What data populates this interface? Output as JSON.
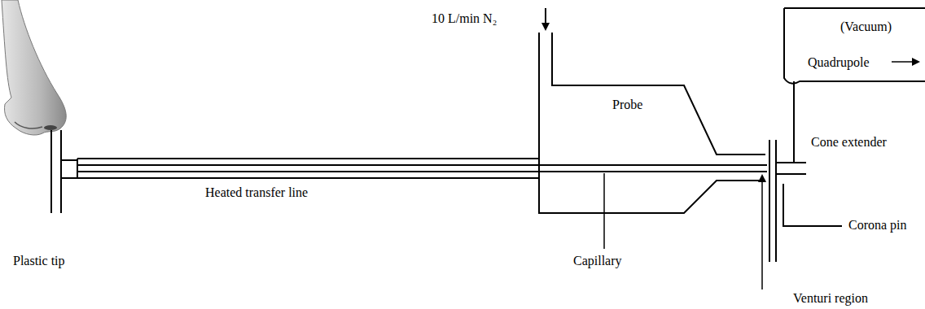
{
  "diagram": {
    "labels": [
      "10 L/min N₂",
      "(Vacuum)",
      "Quadrupole",
      "Probe",
      "Cone extender",
      "Heated transfer line",
      "Corona pin",
      "Plastic tip",
      "Capillary",
      "Venturi region"
    ]
  }
}
